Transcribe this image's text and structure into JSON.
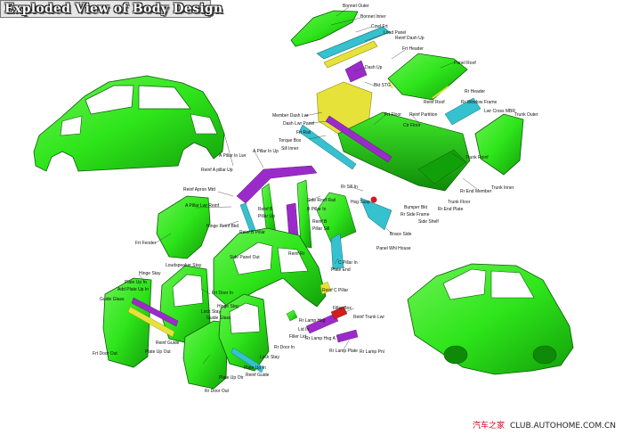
{
  "title": "Exploded View of Body Design",
  "watermark": {
    "cn": "汽车之家",
    "url": "CLUB.AUTOHOME.COM.CN"
  },
  "colors": {
    "body": "#2ee51a",
    "body_dark": "#1a9e10",
    "outline": "#0d5c08",
    "reinforcement_yellow": "#e6e23a",
    "reinforcement_purple": "#9b2bc9",
    "reinforcement_cyan": "#2fb6c9",
    "reinforcement_red": "#d21d1d"
  },
  "labels": [
    "Bonnet Outer",
    "Bonnet Inner",
    "Cowl Frt",
    "Load Panel",
    "Reinf Dash Up",
    "Frt Header",
    "Panel Roof",
    "Dash Up",
    "Bkt STG",
    "Rr Header",
    "Reinf Roof",
    "Rr Window Frame",
    "Member Dash Lwr",
    "Dash Lwr Panel",
    "Frt Floor",
    "Reinf Partition",
    "Lwr Cross MBR",
    "Trunk Outer",
    "Ctr Floor",
    "Frt Rail",
    "Torque Box",
    "Sill Inner",
    "A Pillar In Lwr",
    "A Pillar In Up",
    "Reinf A pillar Up",
    "Reinf Apron Mtd",
    "A Pillar Lwr Reinf",
    "Reinf B",
    "Pillar Up",
    "Hinge Reinf Bkd",
    "Reinf B Pillar",
    "Frt Fender",
    "Side Roof Rail",
    "B Pillar In",
    "Reinf B",
    "Pillar Sill",
    "Side Panel Out",
    "Rr Sill In",
    "Reinf Rr",
    "Hsg Susp",
    "Trunk Reinf",
    "Rr End Member",
    "Trunk Inner",
    "Trunk Floor",
    "Rr End Plate",
    "Rr Side Frame",
    "Bumper Bkt",
    "Side Shelf",
    "Brace Side",
    "Panel Whl House",
    "C Pillar In",
    "Plate End",
    "Reinf C Pillar",
    "Filler Box",
    "Reinf Trunk Lwr",
    "Rr Lamp Hsg",
    "Lid In",
    "Rr Lamp Hsg A",
    "Filler Lid",
    "Rr Lamp Plate",
    "Rr Lamp Pnl",
    "Loudspeaker Stay",
    "Hinge Stay",
    "Plate Up In",
    "Add Plate Up In",
    "Guide Glass",
    "Frt Door In",
    "Hinge Stay",
    "Lock Stay",
    "Guide Glass",
    "Reinf Guide",
    "Plate Up Out",
    "Frt Door Out",
    "Plate Up In",
    "Reinf Guide",
    "Plate Up Otr",
    "Rr Door In",
    "Lock Stay",
    "Rr Door Out"
  ]
}
